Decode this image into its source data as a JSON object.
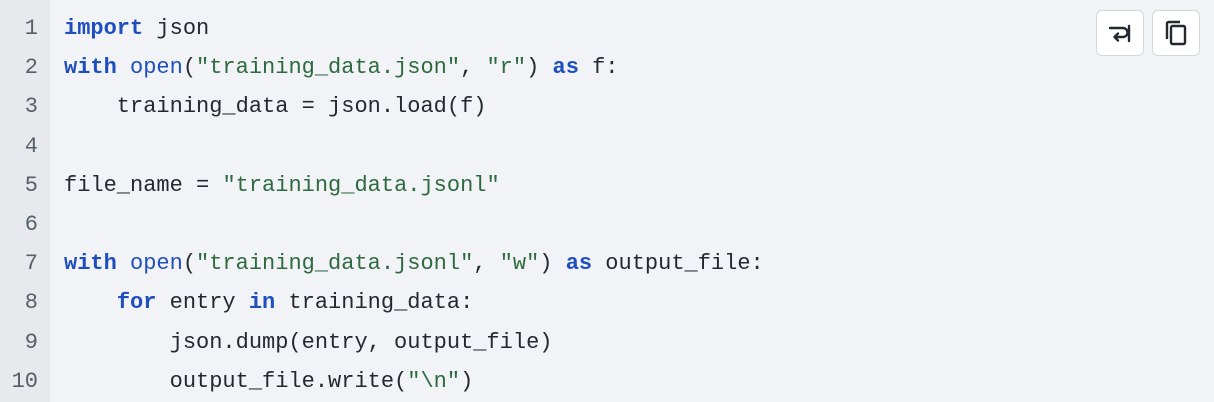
{
  "code_block": {
    "language": "python",
    "lines": [
      {
        "number": "1",
        "tokens": [
          {
            "t": "kw",
            "v": "import"
          },
          {
            "t": "p",
            "v": " json"
          }
        ]
      },
      {
        "number": "2",
        "tokens": [
          {
            "t": "kw",
            "v": "with"
          },
          {
            "t": "p",
            "v": " "
          },
          {
            "t": "fn",
            "v": "open"
          },
          {
            "t": "p",
            "v": "("
          },
          {
            "t": "str",
            "v": "\"training_data.json\""
          },
          {
            "t": "p",
            "v": ", "
          },
          {
            "t": "str",
            "v": "\"r\""
          },
          {
            "t": "p",
            "v": ") "
          },
          {
            "t": "kw",
            "v": "as"
          },
          {
            "t": "p",
            "v": " f:"
          }
        ]
      },
      {
        "number": "3",
        "tokens": [
          {
            "t": "p",
            "v": "    training_data = json.load(f)"
          }
        ]
      },
      {
        "number": "4",
        "tokens": []
      },
      {
        "number": "5",
        "tokens": [
          {
            "t": "p",
            "v": "file_name = "
          },
          {
            "t": "str",
            "v": "\"training_data.jsonl\""
          }
        ]
      },
      {
        "number": "6",
        "tokens": []
      },
      {
        "number": "7",
        "tokens": [
          {
            "t": "kw",
            "v": "with"
          },
          {
            "t": "p",
            "v": " "
          },
          {
            "t": "fn",
            "v": "open"
          },
          {
            "t": "p",
            "v": "("
          },
          {
            "t": "str",
            "v": "\"training_data.jsonl\""
          },
          {
            "t": "p",
            "v": ", "
          },
          {
            "t": "str",
            "v": "\"w\""
          },
          {
            "t": "p",
            "v": ") "
          },
          {
            "t": "kw",
            "v": "as"
          },
          {
            "t": "p",
            "v": " output_file:"
          }
        ]
      },
      {
        "number": "8",
        "tokens": [
          {
            "t": "p",
            "v": "    "
          },
          {
            "t": "kw",
            "v": "for"
          },
          {
            "t": "p",
            "v": " entry "
          },
          {
            "t": "kw",
            "v": "in"
          },
          {
            "t": "p",
            "v": " training_data:"
          }
        ]
      },
      {
        "number": "9",
        "tokens": [
          {
            "t": "p",
            "v": "        json.dump(entry, output_file)"
          }
        ]
      },
      {
        "number": "10",
        "tokens": [
          {
            "t": "p",
            "v": "        output_file.write("
          },
          {
            "t": "str",
            "v": "\"\\n\""
          },
          {
            "t": "p",
            "v": ")"
          }
        ]
      }
    ]
  },
  "toolbar": {
    "wrap_icon": "word-wrap-icon",
    "copy_icon": "copy-icon"
  },
  "colors": {
    "background": "#f1f3f6",
    "gutter": "#e7e9ec",
    "keyword": "#1f4fbf",
    "string": "#2e6a3f",
    "text": "#24292f",
    "line_number": "#57606a"
  }
}
